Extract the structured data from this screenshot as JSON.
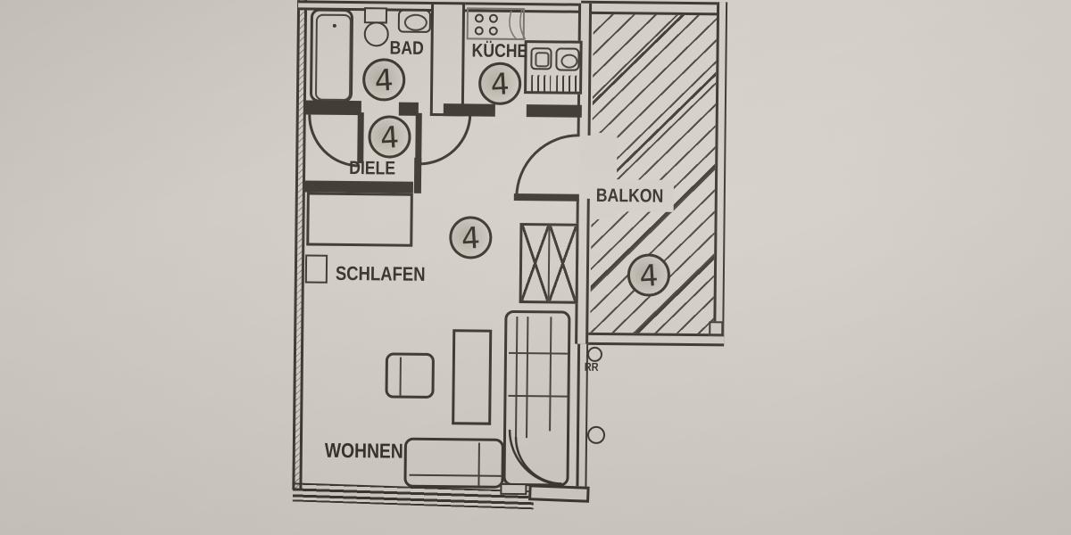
{
  "document_type": "apartment floor plan photograph",
  "rooms": [
    {
      "id": "bad",
      "label": "BAD"
    },
    {
      "id": "kueche",
      "label": "KÜCHE"
    },
    {
      "id": "diele",
      "label": "DIELE"
    },
    {
      "id": "schlafen",
      "label": "SCHLAFEN"
    },
    {
      "id": "wohnen",
      "label": "WOHNEN"
    },
    {
      "id": "balkon",
      "label": "BALKON"
    }
  ],
  "unit_markers": [
    {
      "room": "bad",
      "value": "4"
    },
    {
      "room": "kueche",
      "value": "4"
    },
    {
      "room": "diele",
      "value": "4"
    },
    {
      "room": "main-room",
      "value": "4"
    },
    {
      "room": "balkon",
      "value": "4"
    }
  ],
  "annotations": {
    "downpipe": "RR"
  },
  "colors": {
    "paper": "#d5d0c7",
    "ink": "#3b352d"
  }
}
